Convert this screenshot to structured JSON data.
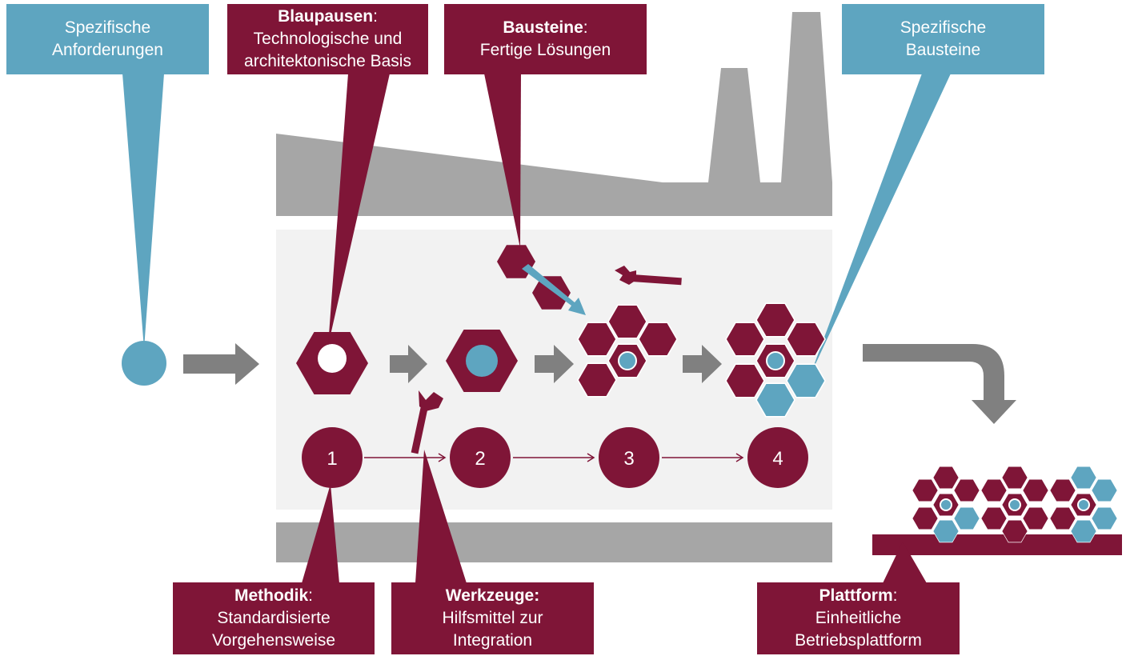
{
  "colors": {
    "maroon": "#7f1537",
    "blue": "#5ea5c0",
    "gray": "#a6a6a6",
    "light_gray": "#f2f2f2",
    "arrow_gray": "#808080"
  },
  "callouts": {
    "spezifische_anforderungen": {
      "line1": "Spezifische",
      "line2": "Anforderungen"
    },
    "blaupausen": {
      "title": "Blaupausen",
      "suffix": ":",
      "line2": "Technologische und",
      "line3": "architektonische Basis"
    },
    "bausteine": {
      "title": "Bausteine",
      "suffix": ":",
      "line2": "Fertige Lösungen"
    },
    "spezifische_bausteine": {
      "line1": "Spezifische",
      "line2": "Bausteine"
    },
    "methodik": {
      "title": "Methodik",
      "suffix": ":",
      "line2": "Standardisierte",
      "line3": "Vorgehensweise"
    },
    "werkzeuge": {
      "title": "Werkzeuge:",
      "line2": "Hilfsmittel zur",
      "line3": "Integration"
    },
    "plattform": {
      "title": "Plattform",
      "suffix": ":",
      "line2": "Einheitliche",
      "line3": "Betriebsplattform"
    }
  },
  "steps": [
    "1",
    "2",
    "3",
    "4"
  ],
  "icons": [
    "hexagon-icon",
    "wrench-icon",
    "arrow-icon",
    "factory-icon"
  ]
}
